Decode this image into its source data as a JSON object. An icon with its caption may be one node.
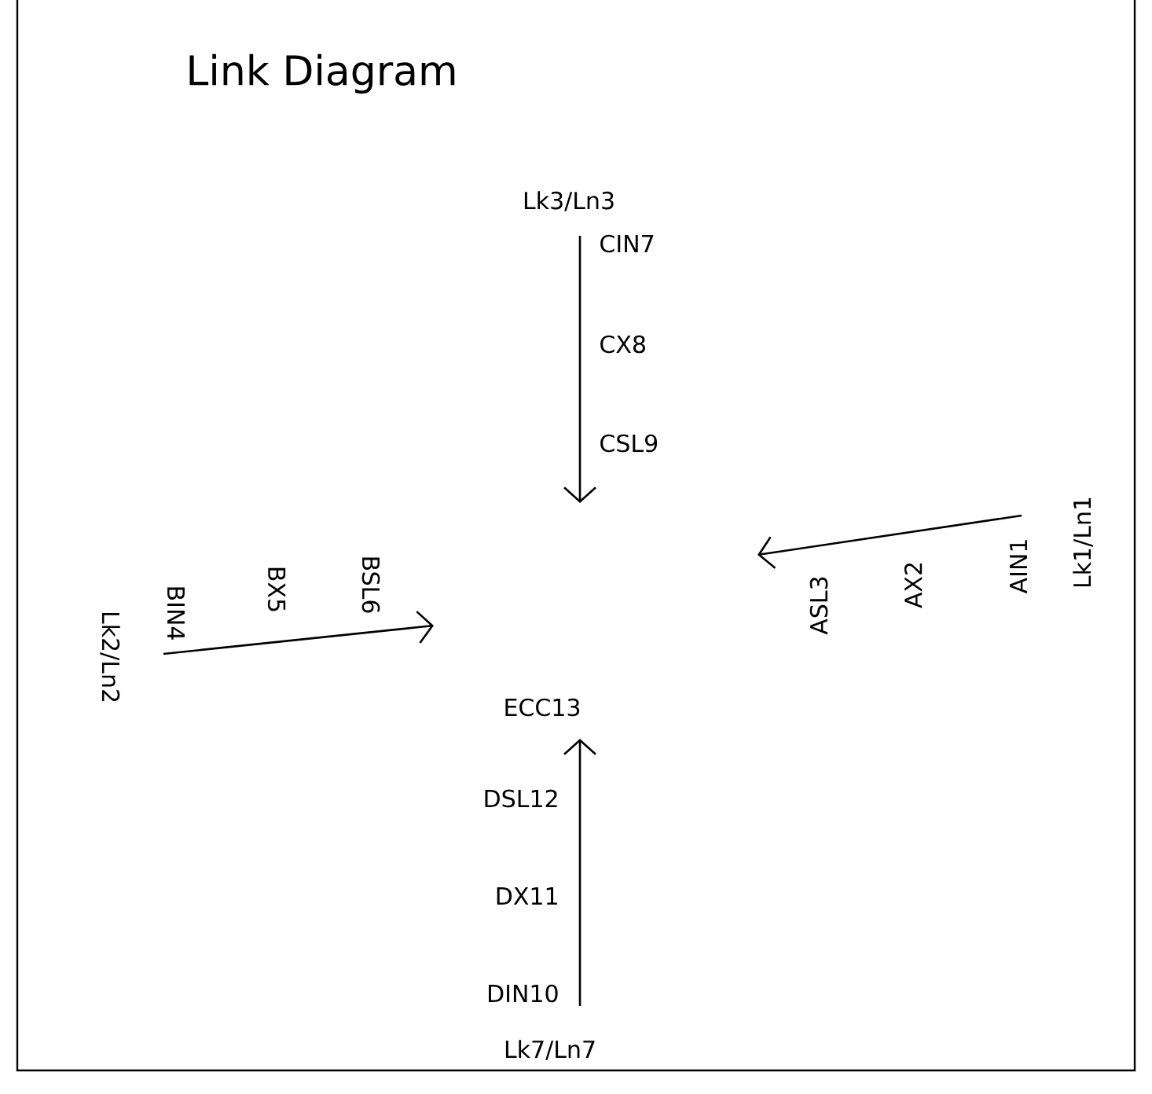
{
  "diagram": {
    "title": "Link Diagram",
    "labels": [
      "Lk3/Ln3",
      "CIN7",
      "CX8",
      "CSL9",
      "Lk1/Ln1",
      "AIN1",
      "AX2",
      "ASL3",
      "Lk2/Ln2",
      "BIN4",
      "BX5",
      "BSL6",
      "ECC13",
      "DSL12",
      "DX11",
      "DIN10",
      "Lk7/Ln7"
    ]
  }
}
